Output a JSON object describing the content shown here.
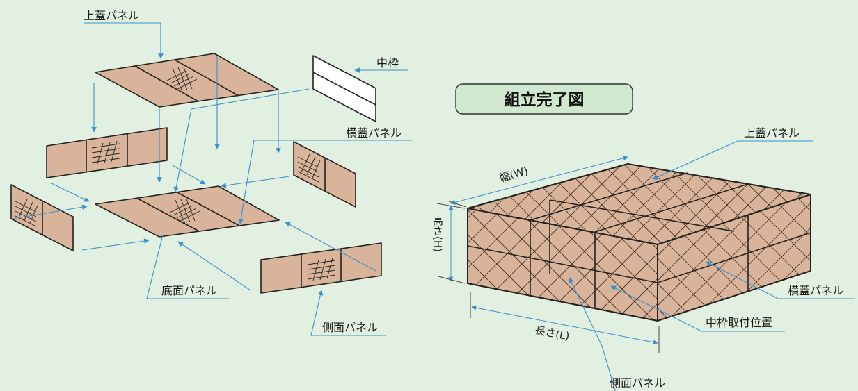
{
  "labels": {
    "top_lid_panel_left": "上蓋パネル",
    "middle_frame": "中枠",
    "side_lid_panel_left": "横蓋パネル",
    "bottom_panel": "底面パネル",
    "side_panel_left": "側面パネル",
    "assembly_title": "組立完了図",
    "top_lid_panel_right": "上蓋パネル",
    "width_dim": "幅(W)",
    "height_dim": "高さ(H)",
    "length_dim": "長さ(L)",
    "side_lid_panel_right": "横蓋パネル",
    "middle_frame_position": "中枠取付位置",
    "side_panel_right": "側面パネル"
  },
  "colors": {
    "background": "#e1f0e0",
    "panel_fill": "#d9b49a",
    "leader_line": "#3a8fd0",
    "title_box_fill": "#cfe8cf"
  }
}
